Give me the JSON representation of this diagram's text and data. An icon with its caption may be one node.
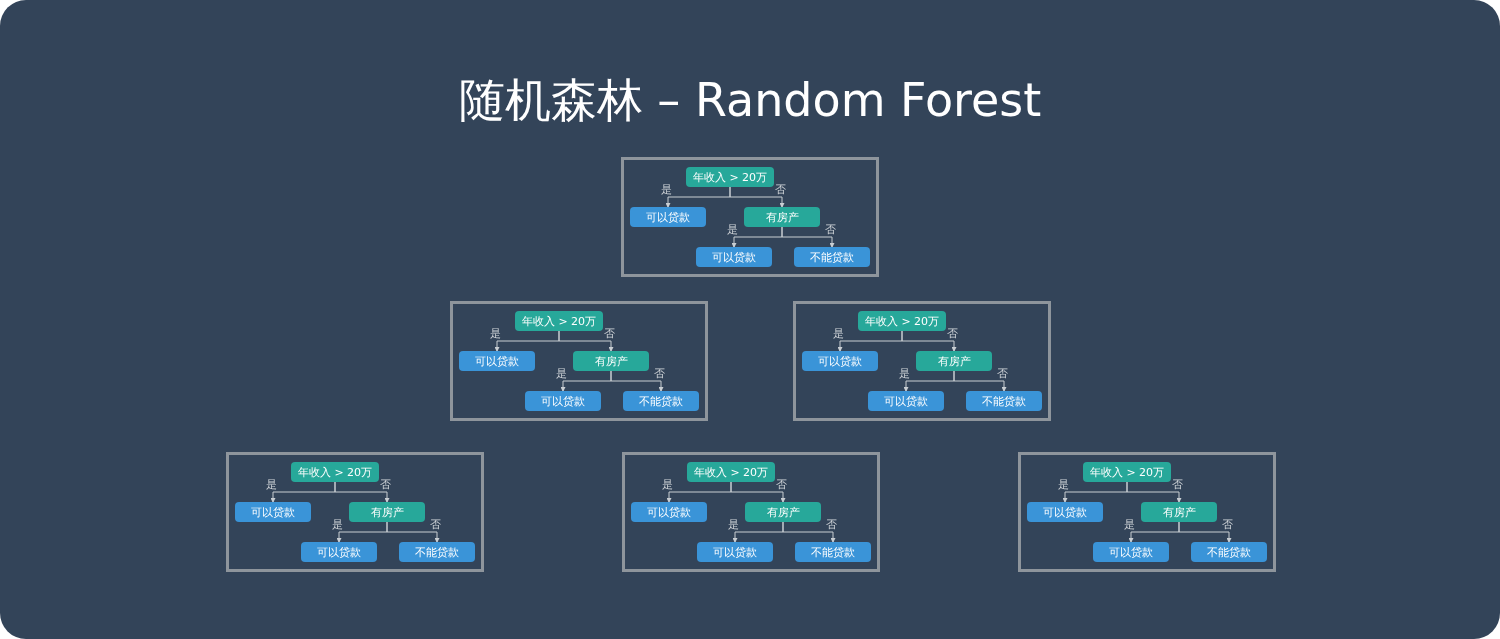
{
  "diagram": {
    "title": "随机森林 – Random Forest",
    "nodes": [
      {
        "text": [],
        "shape": "box"
      },
      {
        "text": [
          "年收入 > 20万"
        ],
        "in": 0
      },
      {
        "text": [
          "可以贷款"
        ],
        "in": 0
      },
      {
        "text": [
          "有房产"
        ],
        "in": 0
      },
      {
        "text": [
          "可以贷款"
        ],
        "in": 0
      },
      {
        "text": [
          "不能贷款"
        ],
        "in": 0
      },
      {
        "text": [],
        "shape": "box"
      },
      {
        "text": [
          "年收入 > 20万"
        ],
        "in": 6
      },
      {
        "text": [
          "可以贷款"
        ],
        "in": 6
      },
      {
        "text": [
          "有房产"
        ],
        "in": 6
      },
      {
        "text": [
          "可以贷款"
        ],
        "in": 6
      },
      {
        "text": [
          "不能贷款"
        ],
        "in": 6
      },
      {
        "text": [],
        "shape": "box"
      },
      {
        "text": [
          "年收入 > 20万"
        ],
        "in": 12
      },
      {
        "text": [
          "可以贷款"
        ],
        "in": 12
      },
      {
        "text": [
          "有房产"
        ],
        "in": 12
      },
      {
        "text": [
          "可以贷款"
        ],
        "in": 12
      },
      {
        "text": [
          "不能贷款"
        ],
        "in": 12
      },
      {
        "text": [],
        "shape": "box"
      },
      {
        "text": [
          "年收入 > 20万"
        ],
        "in": 18
      },
      {
        "text": [
          "可以贷款"
        ],
        "in": 18
      },
      {
        "text": [
          "有房产"
        ],
        "in": 18
      },
      {
        "text": [
          "可以贷款"
        ],
        "in": 18
      },
      {
        "text": [
          "不能贷款"
        ],
        "in": 18
      },
      {
        "text": [],
        "shape": "box"
      },
      {
        "text": [
          "年收入 > 20万"
        ],
        "in": 24
      },
      {
        "text": [
          "可以贷款"
        ],
        "in": 24
      },
      {
        "text": [
          "有房产"
        ],
        "in": 24
      },
      {
        "text": [
          "可以贷款"
        ],
        "in": 24
      },
      {
        "text": [
          "不能贷款"
        ],
        "in": 24
      },
      {
        "text": [],
        "shape": "box"
      },
      {
        "text": [
          "年收入 > 20万"
        ],
        "in": 30
      },
      {
        "text": [
          "可以贷款"
        ],
        "in": 30
      },
      {
        "text": [
          "有房产"
        ],
        "in": 30
      },
      {
        "text": [
          "可以贷款"
        ],
        "in": 30
      },
      {
        "text": [
          "不能贷款"
        ],
        "in": 30
      }
    ],
    "edges": [
      {
        "from": 1,
        "to": 2,
        "arrow": "to",
        "label": "是"
      },
      {
        "from": 1,
        "to": 3,
        "arrow": "to",
        "label": "否"
      },
      {
        "from": 3,
        "to": 4,
        "arrow": "to",
        "label": "是"
      },
      {
        "from": 3,
        "to": 5,
        "arrow": "to",
        "label": "否"
      },
      {
        "from": 7,
        "to": 8,
        "arrow": "to",
        "label": "是"
      },
      {
        "from": 7,
        "to": 9,
        "arrow": "to",
        "label": "否"
      },
      {
        "from": 9,
        "to": 10,
        "arrow": "to",
        "label": "是"
      },
      {
        "from": 9,
        "to": 11,
        "arrow": "to",
        "label": "否"
      },
      {
        "from": 13,
        "to": 14,
        "arrow": "to",
        "label": "是"
      },
      {
        "from": 13,
        "to": 15,
        "arrow": "to",
        "label": "否"
      },
      {
        "from": 15,
        "to": 16,
        "arrow": "to",
        "label": "是"
      },
      {
        "from": 15,
        "to": 17,
        "arrow": "to",
        "label": "否"
      },
      {
        "from": 19,
        "to": 20,
        "arrow": "to",
        "label": "是"
      },
      {
        "from": 19,
        "to": 21,
        "arrow": "to",
        "label": "否"
      },
      {
        "from": 21,
        "to": 22,
        "arrow": "to",
        "label": "是"
      },
      {
        "from": 21,
        "to": 23,
        "arrow": "to",
        "label": "否"
      },
      {
        "from": 25,
        "to": 26,
        "arrow": "to",
        "label": "是"
      },
      {
        "from": 25,
        "to": 27,
        "arrow": "to",
        "label": "否"
      },
      {
        "from": 27,
        "to": 28,
        "arrow": "to",
        "label": "是"
      },
      {
        "from": 27,
        "to": 29,
        "arrow": "to",
        "label": "否"
      },
      {
        "from": 31,
        "to": 32,
        "arrow": "to",
        "label": "是"
      },
      {
        "from": 31,
        "to": 33,
        "arrow": "to",
        "label": "否"
      },
      {
        "from": 33,
        "to": 34,
        "arrow": "to",
        "label": "是"
      },
      {
        "from": 33,
        "to": 35,
        "arrow": "to",
        "label": "否"
      }
    ]
  }
}
